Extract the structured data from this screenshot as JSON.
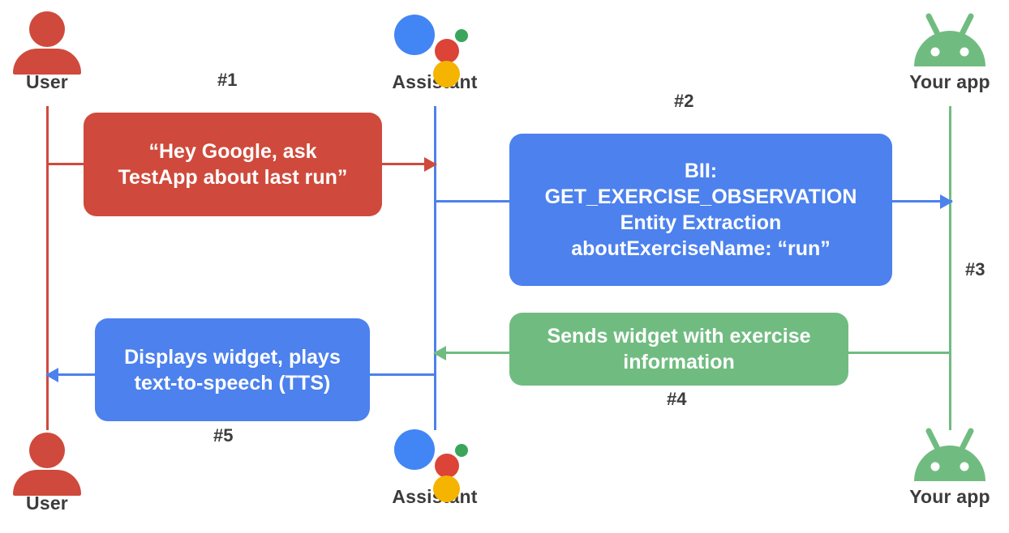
{
  "diagram": {
    "title": "Google Assistant App Actions sequence flow",
    "background": "#ffffff",
    "colors": {
      "red": "#CF4A3C",
      "blue": "#4C81EE",
      "green": "#70BC80",
      "text_dark": "#3c3c3c",
      "assistant_blue": "#4285F4",
      "assistant_red": "#DB4437",
      "assistant_green": "#3BA55C",
      "assistant_yellow": "#F4B400"
    }
  },
  "actors": {
    "user_top": {
      "label": "User",
      "icon": "person-icon"
    },
    "assistant_top": {
      "label": "Assistant",
      "icon": "google-assistant-icon"
    },
    "app_top": {
      "label": "Your app",
      "icon": "android-robot-icon"
    },
    "user_bottom": {
      "label": "User",
      "icon": "person-icon"
    },
    "assistant_bottom": {
      "label": "Assistant",
      "icon": "google-assistant-icon"
    },
    "app_bottom": {
      "label": "Your app",
      "icon": "android-robot-icon"
    }
  },
  "steps": [
    {
      "number": "#1",
      "from": "User",
      "to": "Assistant",
      "color": "#CF4A3C",
      "message": "“Hey Google, ask\nTestApp about last run”"
    },
    {
      "number": "#2",
      "from": "Assistant",
      "to": "Your app",
      "color": "#4C81EE",
      "message": "BII:\nGET_EXERCISE_OBSERVATION\nEntity Extraction\naboutExerciseName: “run”"
    },
    {
      "number": "#3",
      "from": "Your app",
      "to": "Your app",
      "color": "#70BC80",
      "message": ""
    },
    {
      "number": "#4",
      "from": "Your app",
      "to": "Assistant",
      "color": "#70BC80",
      "message": "Sends widget with exercise\ninformation"
    },
    {
      "number": "#5",
      "from": "Assistant",
      "to": "User",
      "color": "#4C81EE",
      "message": "Displays widget, plays\ntext-to-speech (TTS)"
    }
  ]
}
